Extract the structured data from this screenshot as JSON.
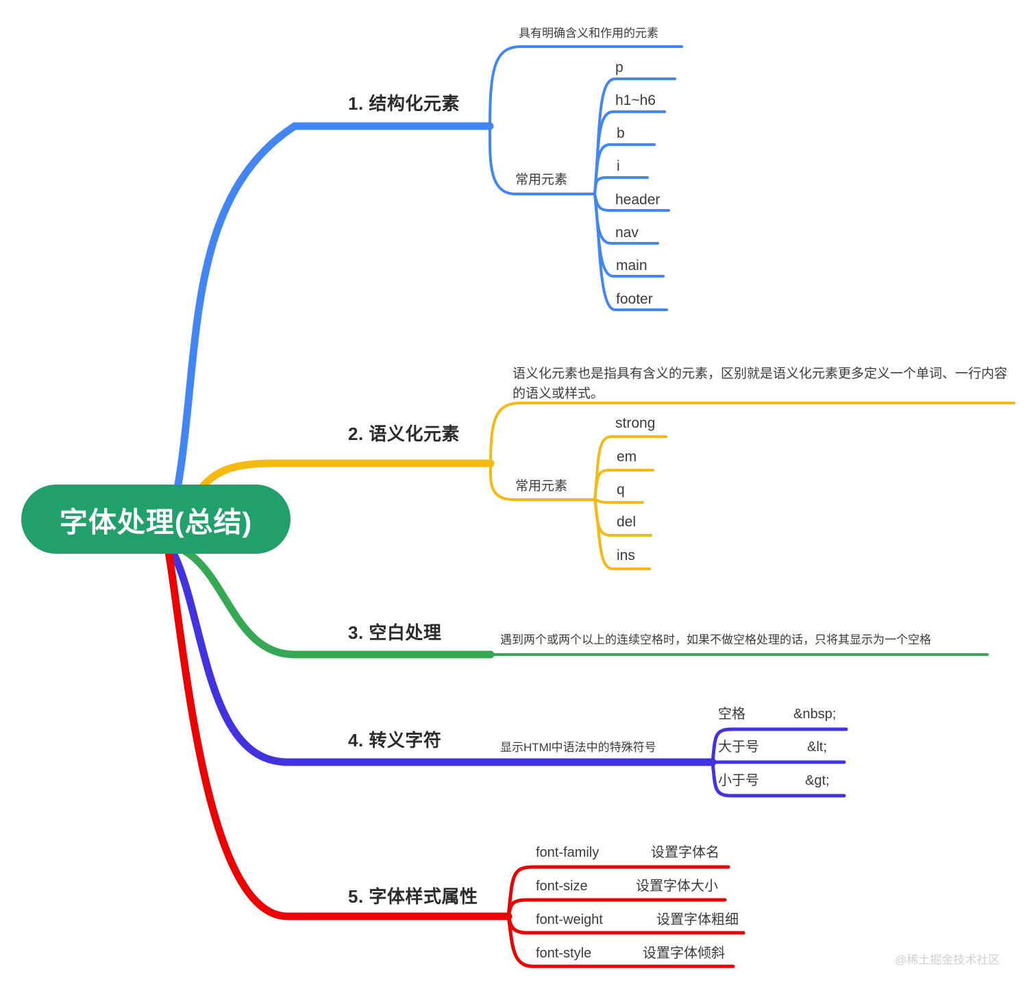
{
  "root": {
    "title": "字体处理(总结)",
    "color": "#22a06b"
  },
  "watermark": "@稀土掘金技术社区",
  "branches": [
    {
      "id": "structural-elements",
      "label": "1. 结构化元素",
      "color": "#4285f4",
      "description": "具有明确含义和作用的元素",
      "group_label": "常用元素",
      "items": [
        "p",
        "h1~h6",
        "b",
        "i",
        "header",
        "nav",
        "main",
        "footer"
      ]
    },
    {
      "id": "semantic-elements",
      "label": "2. 语义化元素",
      "color": "#f5b911",
      "description": "语义化元素也是指具有含义的元素，区别就是语义化元素更多定义一个单词、一行内容的语义或样式。",
      "group_label": "常用元素",
      "items": [
        "strong",
        "em",
        "q",
        "del",
        "ins"
      ]
    },
    {
      "id": "whitespace-handling",
      "label": "3. 空白处理",
      "color": "#34a853",
      "description": "遇到两个或两个以上的连续空格时，如果不做空格处理的话，只将其显示为一个空格",
      "group_label": "",
      "items": []
    },
    {
      "id": "escape-characters",
      "label": "4. 转义字符",
      "color": "#4232e0",
      "description": "显示HTMl中语法中的特殊符号",
      "group_label": "",
      "pairs": [
        {
          "name": "空格",
          "value": "&nbsp;"
        },
        {
          "name": "大于号",
          "value": "&lt;"
        },
        {
          "name": "小于号",
          "value": "&gt;"
        }
      ]
    },
    {
      "id": "font-style-properties",
      "label": "5. 字体样式属性",
      "color": "#ec0000",
      "description": "",
      "group_label": "",
      "pairs": [
        {
          "name": "font-family",
          "value": "设置字体名"
        },
        {
          "name": "font-size",
          "value": "设置字体大小"
        },
        {
          "name": "font-weight",
          "value": "设置字体粗细"
        },
        {
          "name": "font-style",
          "value": "设置字体倾斜"
        }
      ]
    }
  ]
}
